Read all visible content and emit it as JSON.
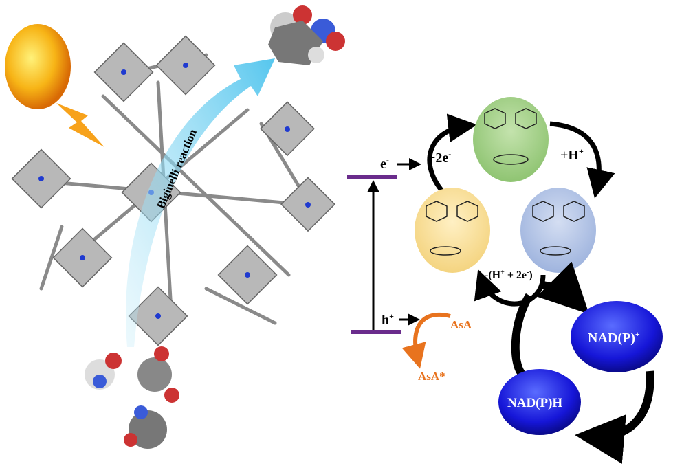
{
  "left_panel": {
    "arrow_label": "Biginelli reaction"
  },
  "energy_diagram": {
    "electron_label": "e",
    "electron_sup": "-",
    "hole_label": "h",
    "hole_sup": "+",
    "donor": "AsA",
    "oxidized_donor": "AsA*"
  },
  "catalytic_cycle": {
    "step_add_electrons": "+2e",
    "step_add_electrons_sup": "-",
    "step_add_proton": "+H",
    "step_add_proton_sup": "+",
    "step_release": "-(H",
    "step_release_sup1": "+",
    "step_release_mid": " + 2e",
    "step_release_sup2": "-",
    "step_release_end": ")"
  },
  "cofactor_cycle": {
    "oxidized": "NAD(P)",
    "oxidized_sup": "+",
    "reduced": "NAD(P)H"
  },
  "colors": {
    "sun": "#f4a10a",
    "arrow": "#7fd3ef",
    "band": "#6a2c8c",
    "green": "#a8d08d",
    "yellow": "#fbe3a0",
    "blue_state": "#b8c8e8",
    "nad": "#1a1adc",
    "orange": "#e8731e"
  }
}
